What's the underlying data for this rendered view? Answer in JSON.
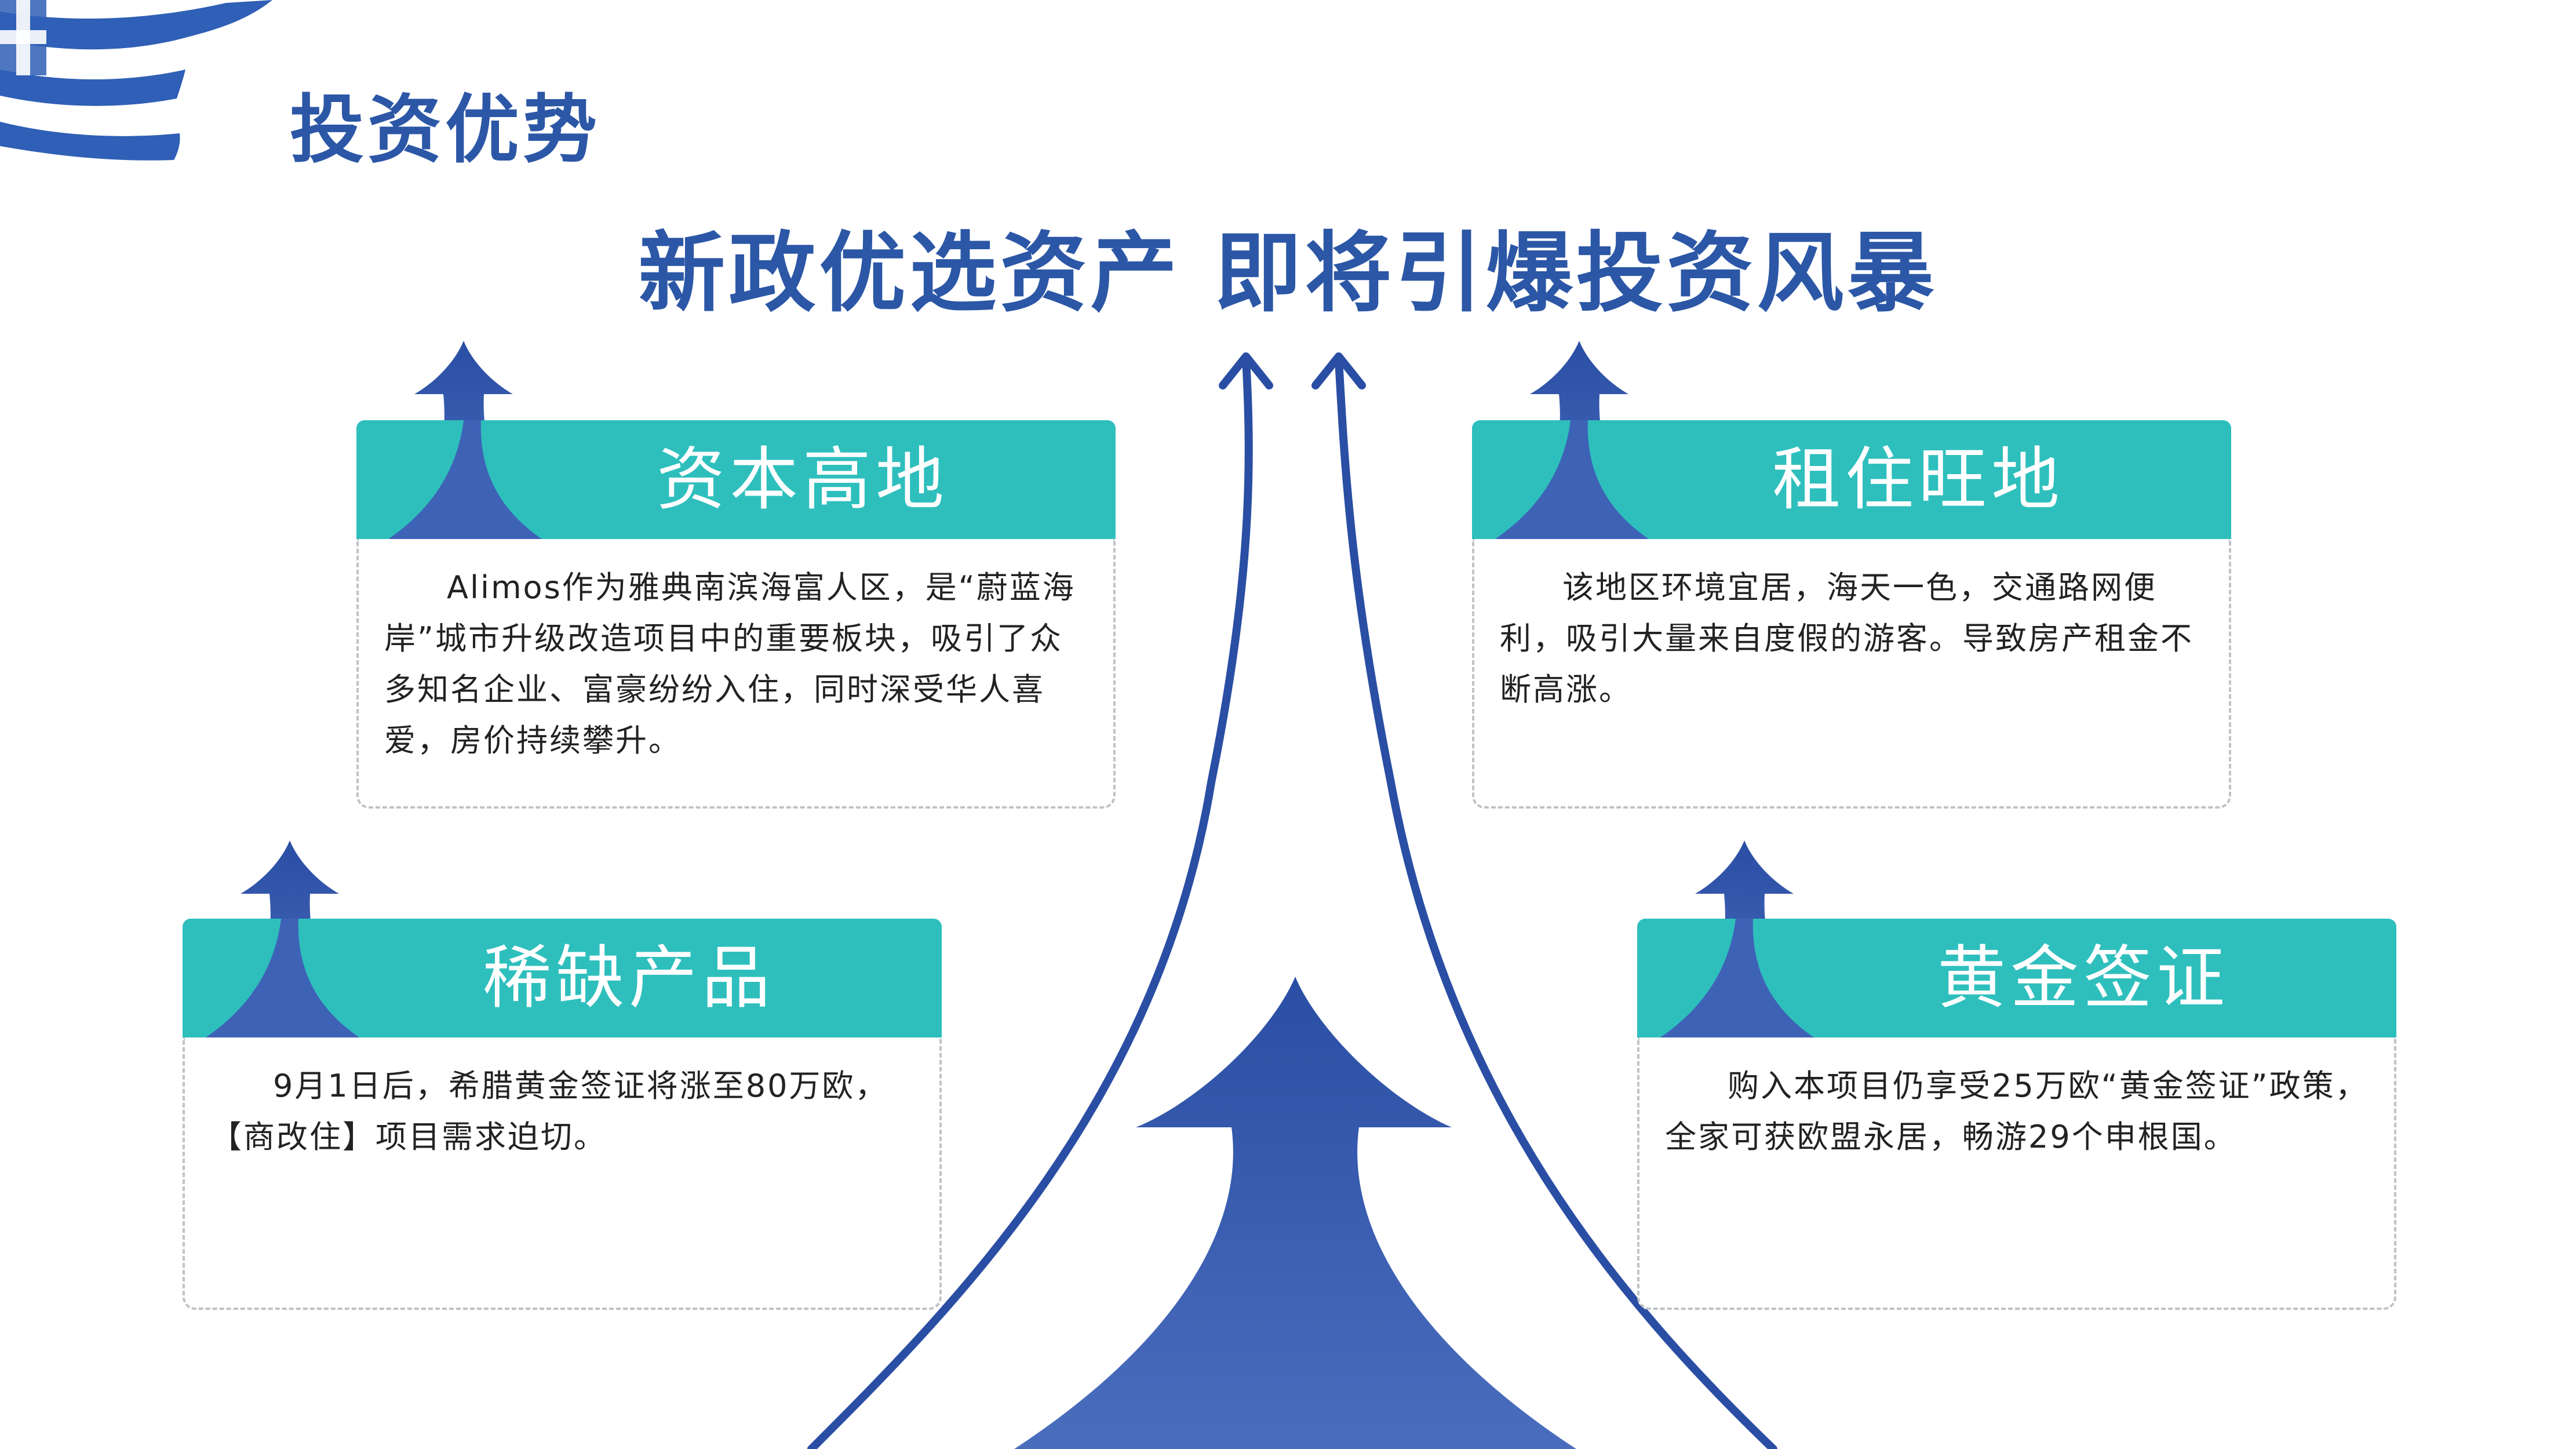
{
  "page": {
    "section_title": "投资优势",
    "headline": "新政优选资产 即将引爆投资风暴"
  },
  "cards": {
    "capital": {
      "title": "资本高地",
      "text": "Alimos作为雅典南滨海富人区，是“蔚蓝海岸”城市升级改造项目中的重要板块，吸引了众多知名企业、富豪纷纷入住，同时深受华人喜爱，房价持续攀升。"
    },
    "rental": {
      "title": "租住旺地",
      "text": "该地区环境宜居，海天一色，交通路网便利，吸引大量来自度假的游客。导致房产租金不断高涨。"
    },
    "scarce": {
      "title": "稀缺产品",
      "text": "9月1日后，希腊黄金签证将涨至80万欧，【商改住】项目需求迫切。"
    },
    "golden": {
      "title": "黄金签证",
      "text": "购入本项目仍享受25万欧“黄金签证”政策，全家可获欧盟永居，畅游29个申根国。"
    }
  },
  "colors": {
    "accent": "#2c57a6",
    "teal": "#2ebfbd",
    "arrow_dark": "#2a4ea4",
    "arrow_light": "#4a6dbd"
  },
  "icons": {
    "flag": "greek-flag-icon",
    "arrow": "up-arrow-icon"
  }
}
